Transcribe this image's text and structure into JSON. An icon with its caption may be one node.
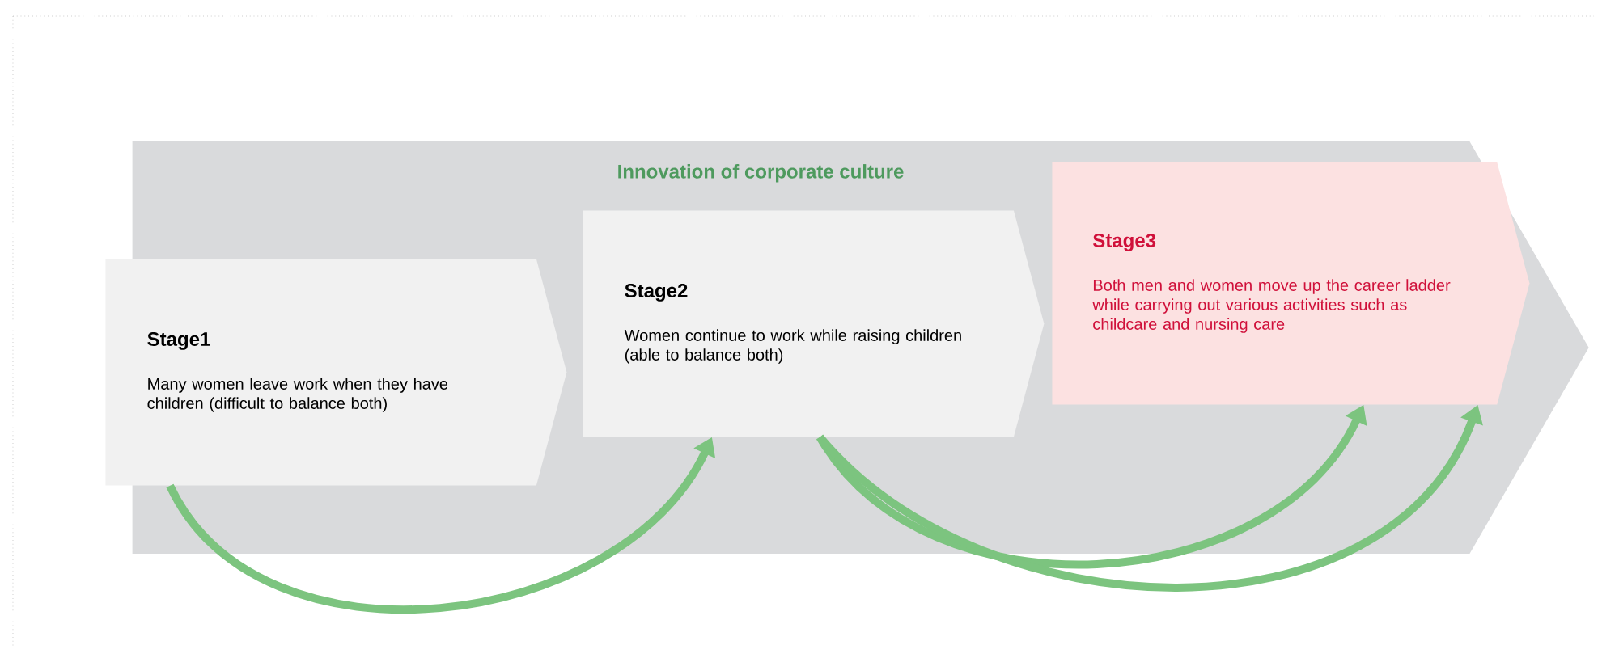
{
  "diagram": {
    "nodes": [
      {
        "text": [
          "Innovation of corporate culture"
        ]
      },
      {
        "text": [
          "Stage1",
          "Many women leave work when they have children (difficult to balance both)"
        ],
        "in": 0
      },
      {
        "text": [
          "Stage2",
          "Women continue to work while raising children (able to balance both)"
        ],
        "in": 0
      },
      {
        "text": [
          "Stage3",
          "Both men and women move up the career ladder while carrying out various activities such as childcare and nursing care"
        ],
        "in": 0
      }
    ],
    "edges": [
      {
        "from": 1,
        "to": 2,
        "arrow": "to"
      },
      {
        "from": 2,
        "to": 3,
        "arrow": "to"
      },
      {
        "from": 2,
        "to": 3,
        "arrow": "to"
      }
    ]
  }
}
